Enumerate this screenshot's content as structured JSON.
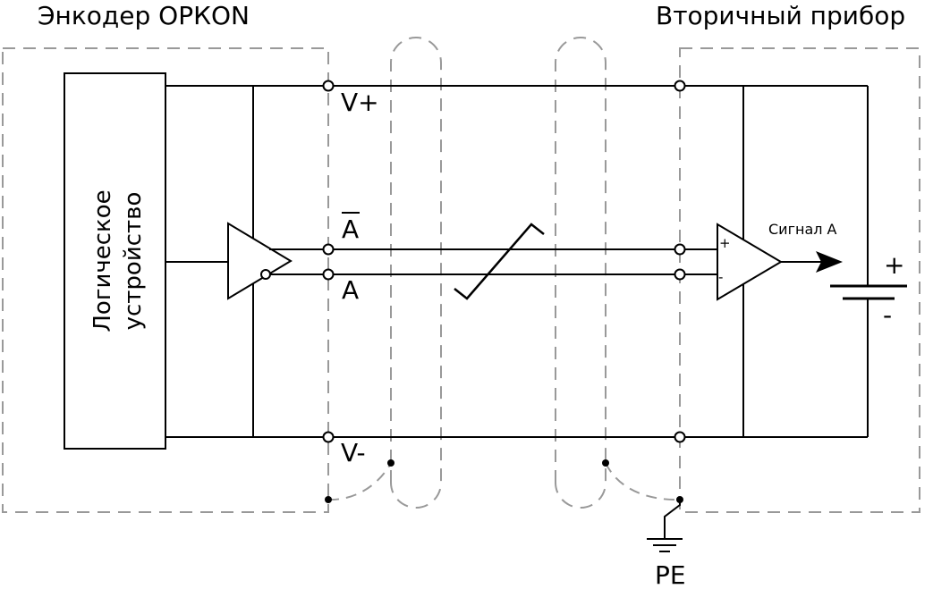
{
  "labels": {
    "encoder_title": "Энкодер ОРКОN",
    "receiver_title": "Вторичный прибор",
    "logic_device_line1": "Логическое",
    "logic_device_line2": "устройство",
    "v_plus": "V+",
    "v_minus": "V-",
    "a_bar": "A",
    "a": "A",
    "signal_a": "Сигнал A",
    "comp_plus": "+",
    "comp_minus": "-",
    "battery_plus": "+",
    "battery_minus": "-",
    "pe": "PE"
  },
  "colors": {
    "line": "#000000",
    "dashed": "#999999",
    "background": "#ffffff"
  }
}
